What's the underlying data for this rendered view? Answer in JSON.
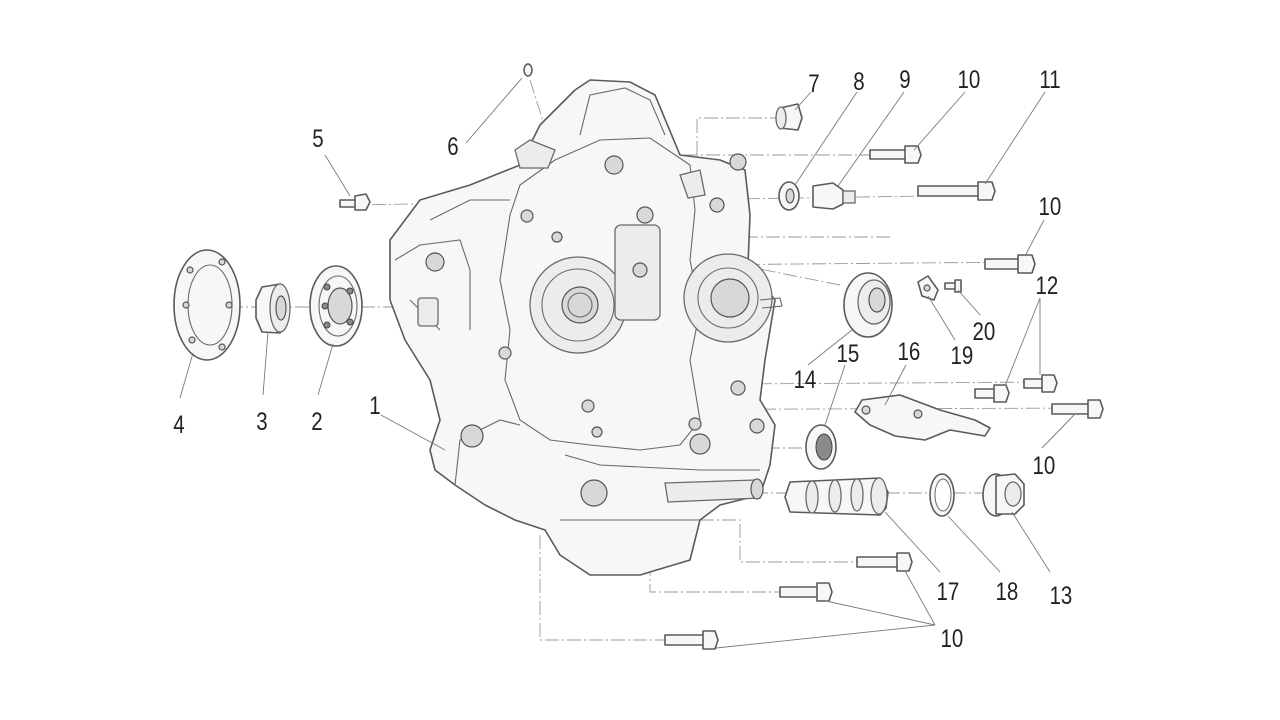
{
  "callouts": {
    "c1": "1",
    "c2": "2",
    "c3": "3",
    "c4": "4",
    "c5": "5",
    "c6": "6",
    "c7": "7",
    "c8": "8",
    "c9": "9",
    "c10a": "10",
    "c10b": "10",
    "c10c": "10",
    "c10d": "10",
    "c11": "11",
    "c12": "12",
    "c13": "13",
    "c14": "14",
    "c15": "15",
    "c16": "16",
    "c17": "17",
    "c18": "18",
    "c19": "19",
    "c20": "20"
  },
  "colors": {
    "line": "#5a5a5a",
    "leader": "#7a7a7a",
    "fill": "#f7f7f7"
  }
}
